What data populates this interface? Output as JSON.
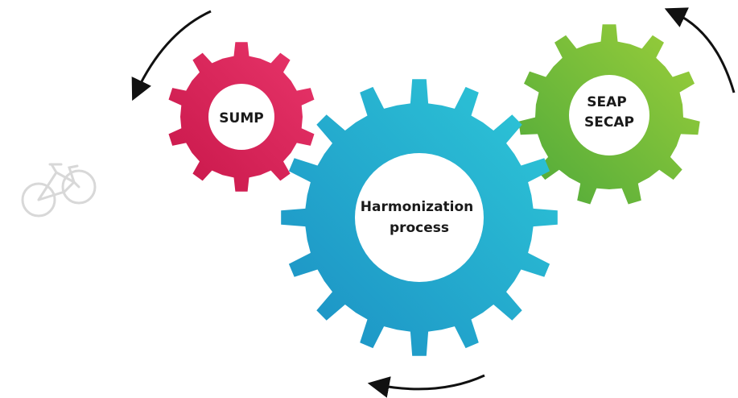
{
  "diagram": {
    "gears": [
      {
        "id": "sump",
        "lines": [
          "SUMP"
        ],
        "color_start": "#c8174a",
        "color_end": "#e8356a"
      },
      {
        "id": "harmonization",
        "lines": [
          "Harmonization",
          "process"
        ],
        "color_start": "#1b8fc4",
        "color_end": "#2ec8d8"
      },
      {
        "id": "seap",
        "lines": [
          "SEAP",
          "SECAP"
        ],
        "color_start": "#4ea93a",
        "color_end": "#9ccf3a"
      }
    ],
    "arrow_color": "#111111",
    "watermark": "bicycle-icon"
  }
}
